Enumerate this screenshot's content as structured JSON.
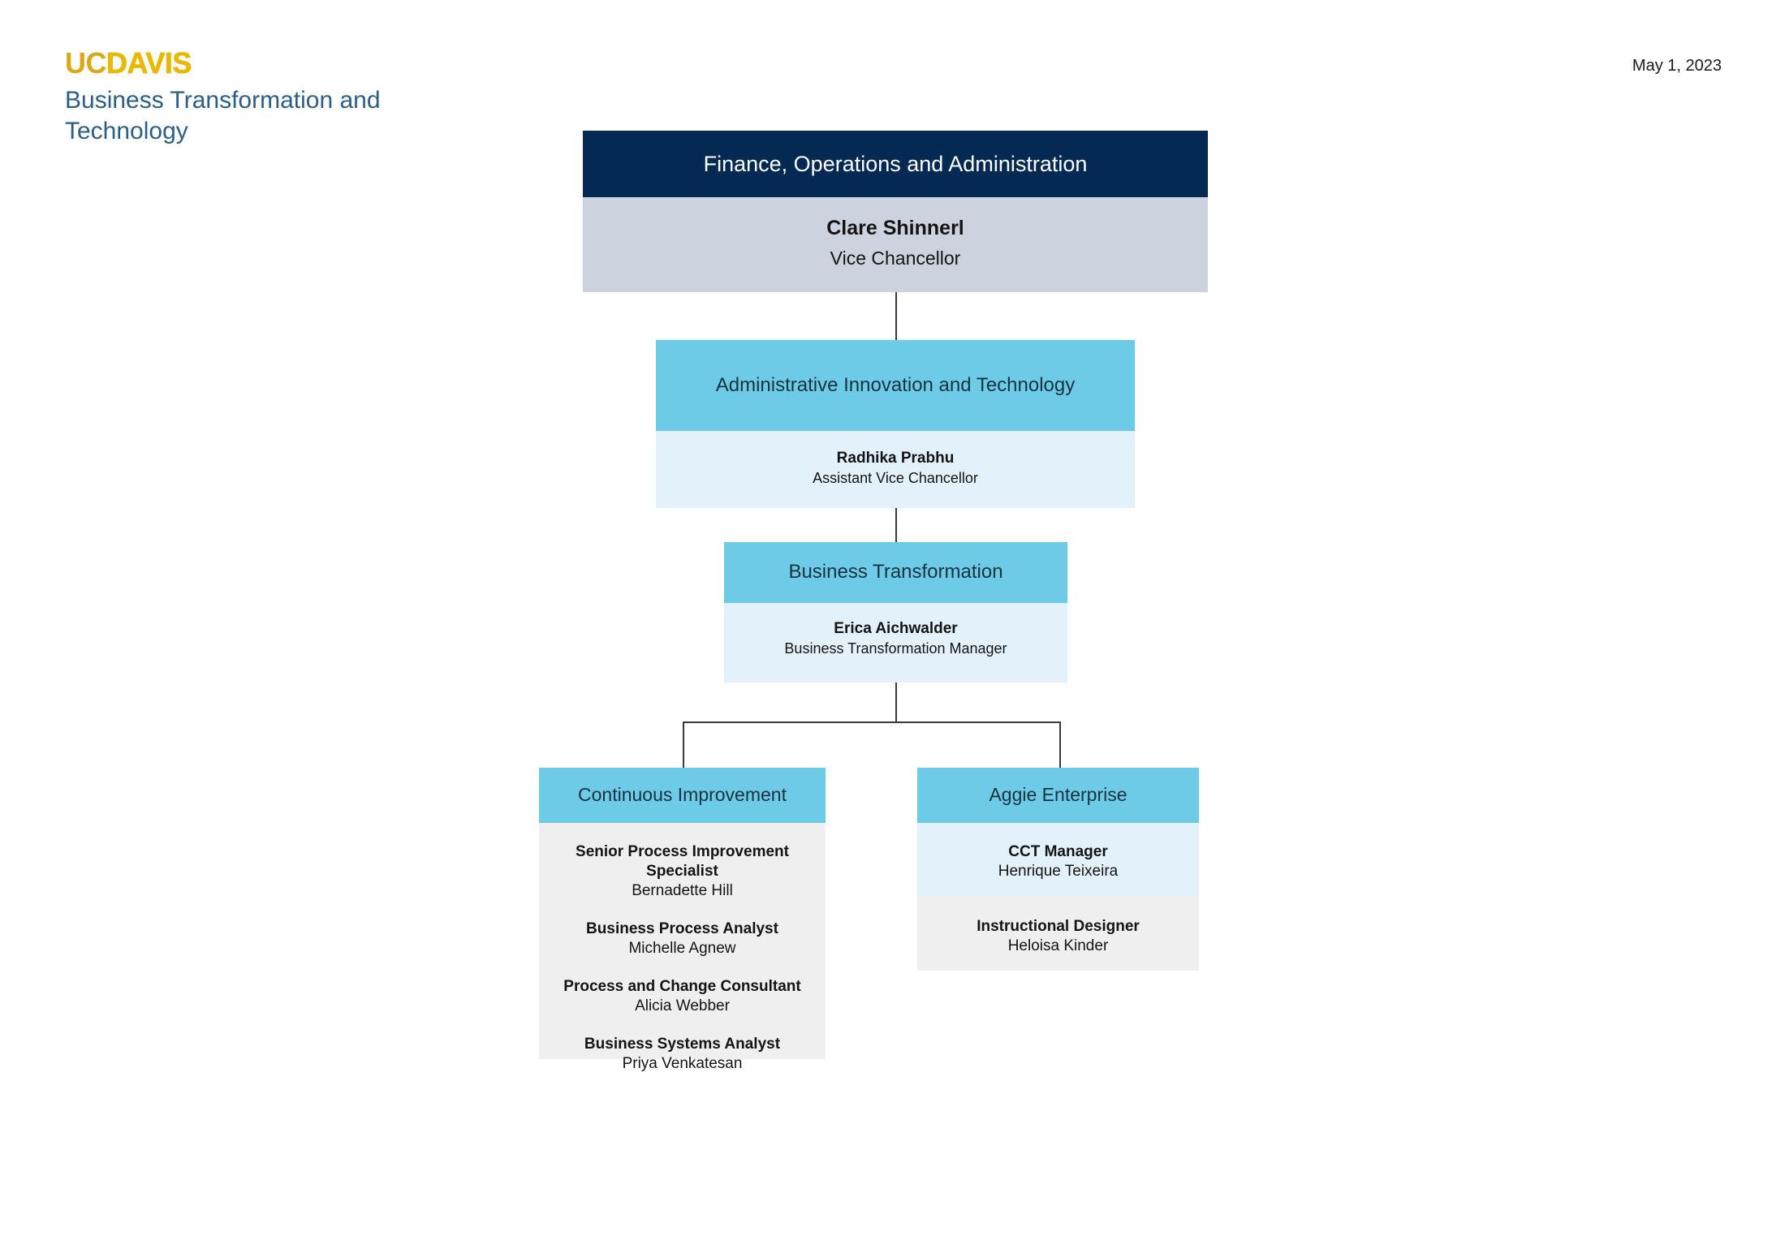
{
  "header": {
    "logo_uc": "UC",
    "logo_davis": "DAVIS",
    "logo_subtitle": "Business Transformation and Technology",
    "date": "May 1, 2023"
  },
  "colors": {
    "navy": "#042a54",
    "steel": "#ccd3df",
    "cyan": "#6ecbe8",
    "pale_blue": "#e3f2fa",
    "gray": "#efefef",
    "gold": "#E8B900",
    "brand_blue": "#2A5D87"
  },
  "org": {
    "root": {
      "title": "Finance, Operations and Administration",
      "person_name": "Clare Shinnerl",
      "person_title": "Vice Chancellor"
    },
    "level2": {
      "title": "Administrative Innovation and Technology",
      "person_name": "Radhika Prabhu",
      "person_title": "Assistant Vice Chancellor"
    },
    "level3": {
      "title": "Business Transformation",
      "person_name": "Erica Aichwalder",
      "person_title": "Business Transformation  Manager"
    },
    "level4": [
      {
        "title": "Continuous Improvement",
        "staff": [
          {
            "role": "Senior Process Improvement Specialist",
            "person": "Bernadette Hill"
          },
          {
            "role": "Business Process Analyst",
            "person": "Michelle Agnew"
          },
          {
            "role": "Process and Change Consultant",
            "person": "Alicia Webber"
          },
          {
            "role": "Business Systems Analyst",
            "person": "Priya Venkatesan"
          }
        ]
      },
      {
        "title": "Aggie Enterprise",
        "staff_pale": [
          {
            "role": "CCT Manager",
            "person": "Henrique Teixeira"
          }
        ],
        "staff_gray": [
          {
            "role": "Instructional Designer",
            "person": "Heloisa Kinder"
          }
        ]
      }
    ]
  }
}
